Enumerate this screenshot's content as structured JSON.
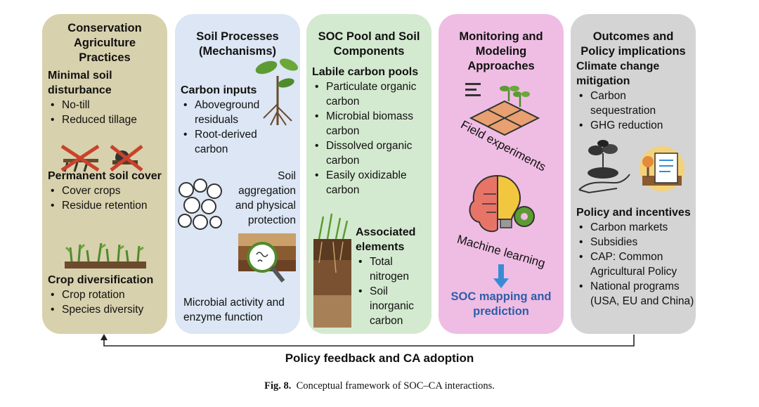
{
  "panel1": {
    "title": "Conservation Agriculture Practices",
    "sec1": {
      "heading": "Minimal soil disturbance",
      "items": [
        "No-till",
        "Reduced tillage"
      ]
    },
    "sec2": {
      "heading": "Permanent soil cover",
      "items": [
        "Cover crops",
        "Residue retention"
      ]
    },
    "sec3": {
      "heading": "Crop diversification",
      "items": [
        "Crop rotation",
        "Species diversity"
      ]
    }
  },
  "panel2": {
    "title": "Soil Processes (Mechanisms)",
    "sec1": {
      "heading": "Carbon inputs",
      "items": [
        "Aboveground residuals",
        "Root-derived carbon"
      ]
    },
    "aggregation": "Soil aggregation and physical protection",
    "microbial": "Microbial activity and enzyme function"
  },
  "panel3": {
    "title": "SOC Pool and Soil Components",
    "sec1": {
      "heading": "Labile carbon pools",
      "items": [
        "Particulate organic carbon",
        "Microbial biomass carbon",
        "Dissolved organic carbon",
        "Easily oxidizable carbon"
      ]
    },
    "sec2": {
      "heading": "Associated elements",
      "items": [
        "Total nitrogen",
        "Soil inorganic carbon"
      ]
    }
  },
  "panel4": {
    "title": "Monitoring and Modeling Approaches",
    "field_label": "Field experiments",
    "ml_label": "Machine learning",
    "output": "SOC mapping and prediction"
  },
  "panel5": {
    "title": "Outcomes and Policy implications",
    "sec1": {
      "heading": "Climate change mitigation",
      "items": [
        "Carbon sequestration",
        "GHG reduction"
      ]
    },
    "sec2": {
      "heading": "Policy and incentives",
      "items": [
        "Carbon markets",
        "Subsidies",
        "CAP: Common Agricultural Policy",
        "National programs (USA, EU and China)"
      ]
    }
  },
  "feedback": "Policy feedback and CA adoption",
  "caption": {
    "label": "Fig. 8.",
    "text": "Conceptual framework of SOC–CA interactions."
  }
}
